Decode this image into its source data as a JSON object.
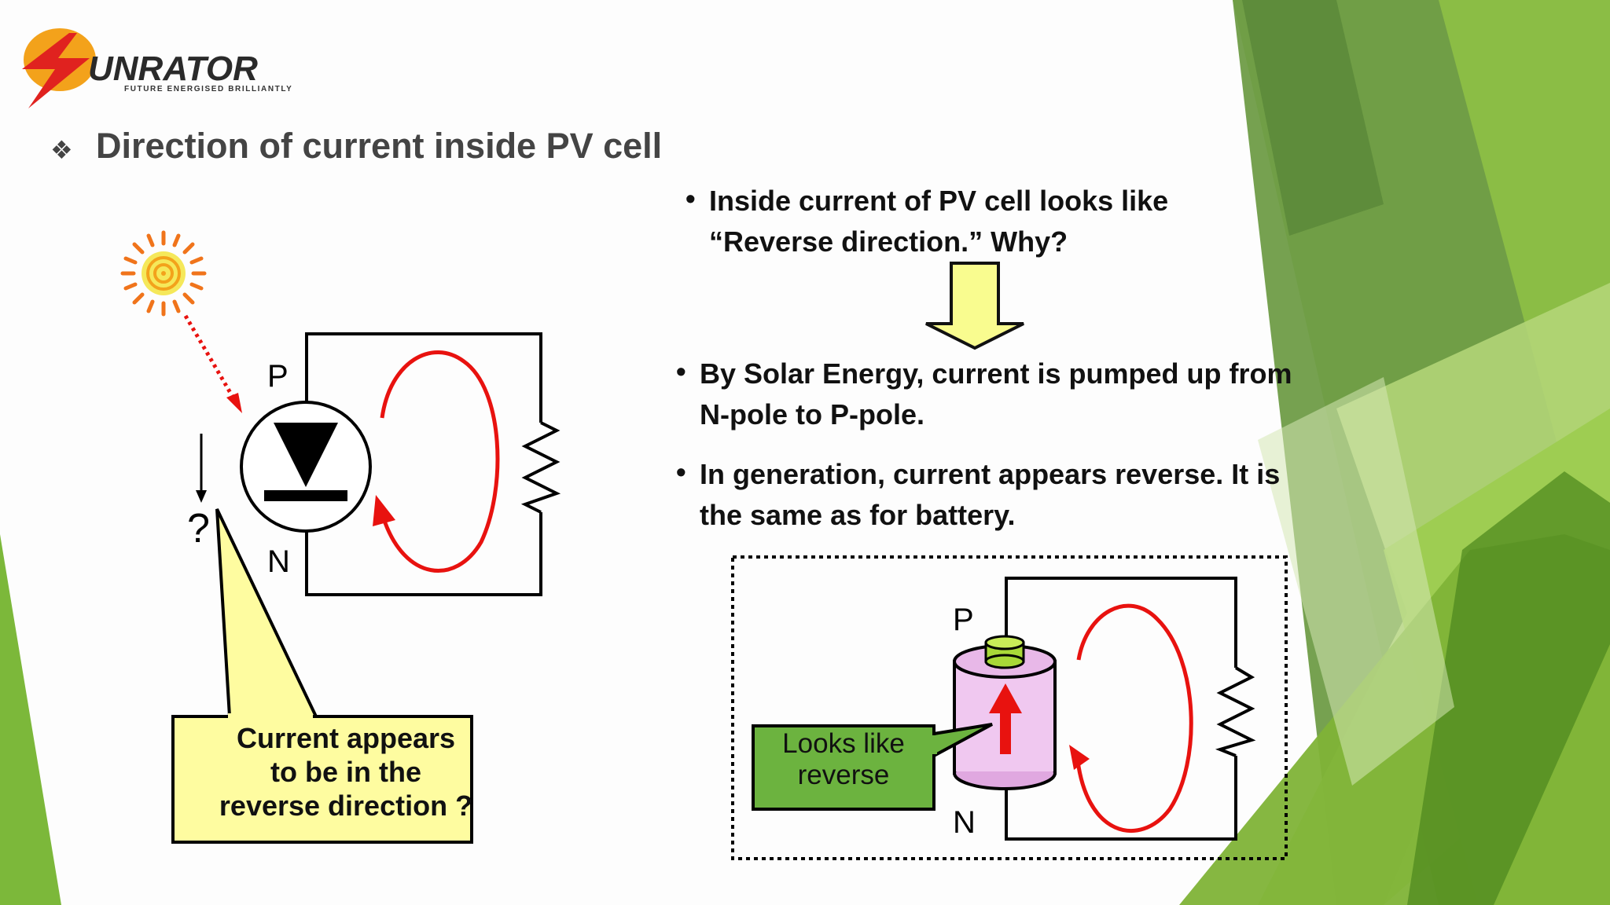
{
  "brand": {
    "name": "UNRATOR",
    "tagline": "FUTURE ENERGISED BRILLIANTLY",
    "colors": {
      "red": "#e0221f",
      "orange": "#f3a21b",
      "dark": "#2a2a2a"
    }
  },
  "slide": {
    "title": "Direction of current inside PV cell",
    "title_bullet_icon": "diamond-bullet-icon",
    "bullets": [
      {
        "line1": "Inside current of PV cell looks like",
        "line2": "“Reverse direction.”  Why?"
      },
      {
        "line1": "By Solar Energy, current is pumped up from",
        "line2": "N-pole to P-pole."
      },
      {
        "line1": "In generation, current appears reverse.  It is",
        "line2": "the same as for battery."
      }
    ]
  },
  "diagram_left": {
    "label_p": "P",
    "label_n": "N",
    "question_mark": "?",
    "callout": {
      "line1": "Current appears",
      "line2": "to be in the",
      "line3": "reverse direction ?"
    }
  },
  "diagram_right": {
    "label_p": "P",
    "label_n": "N",
    "callout": {
      "line1": "Looks like",
      "line2": "reverse"
    }
  },
  "colors": {
    "arrow_red": "#e8120f",
    "callout_yellow": "#fefca0",
    "down_arrow_yellow": "#f9fc8f",
    "green_box": "#6cb33f",
    "battery_pink": "#f0c8f0",
    "green_decor_1": "#7aae3a",
    "green_decor_2": "#a6d055",
    "green_decor_3": "#5c9a2c"
  }
}
